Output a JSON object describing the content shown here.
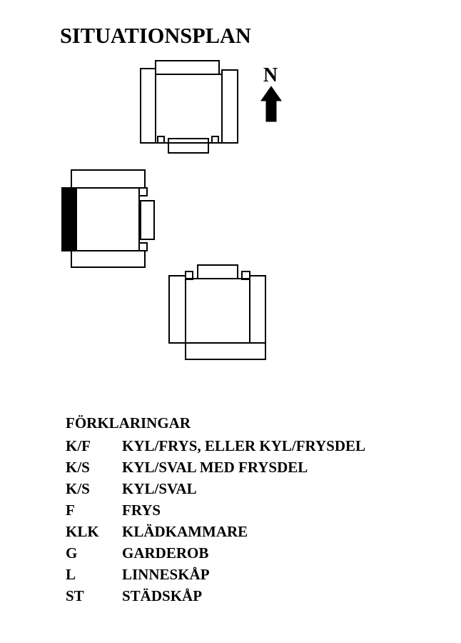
{
  "title": "SITUATIONSPLAN",
  "north_label": "N",
  "legend": {
    "heading": "FÖRKLARINGAR",
    "rows": [
      {
        "code": "K/F",
        "desc": "KYL/FRYS, ELLER KYL/FRYSDEL"
      },
      {
        "code": "K/S",
        "desc": "KYL/SVAL MED FRYSDEL"
      },
      {
        "code": "K/S",
        "desc": "KYL/SVAL"
      },
      {
        "code": "F",
        "desc": "FRYS"
      },
      {
        "code": "KLK",
        "desc": "KLÄDKAMMARE"
      },
      {
        "code": "G",
        "desc": "GARDEROB"
      },
      {
        "code": "L",
        "desc": "LINNESKÅP"
      },
      {
        "code": "ST",
        "desc": "STÄDSKÅP"
      }
    ]
  },
  "colors": {
    "line": "#000000",
    "background": "#ffffff"
  }
}
